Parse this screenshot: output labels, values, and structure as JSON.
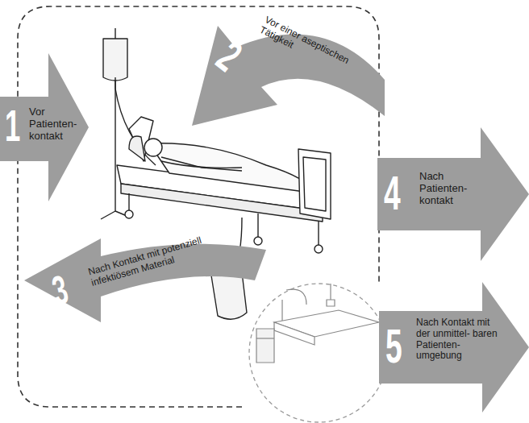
{
  "diagram": {
    "nodes": [
      {
        "text": [
          "1",
          "Vor Patienten- kontakt"
        ]
      },
      {
        "text": [
          "2",
          "Vor einer aseptischen Tätigkeit"
        ]
      },
      {
        "text": [
          "3",
          "Nach Kontakt mit potenziell infektiösem Material"
        ]
      },
      {
        "text": [
          "4",
          "Nach Patienten- kontakt"
        ]
      },
      {
        "text": [
          "5",
          "Nach Kontakt mit der unmittel- baren Patienten- umgebung"
        ]
      }
    ]
  }
}
